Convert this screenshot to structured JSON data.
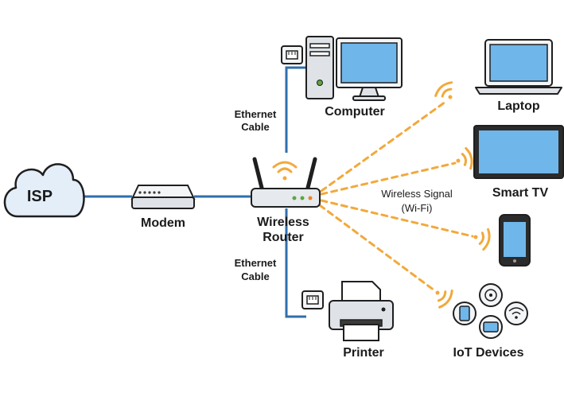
{
  "nodes": {
    "isp": "ISP",
    "modem": "Modem",
    "router_line1": "Wireless",
    "router_line2": "Router",
    "computer": "Computer",
    "printer": "Printer",
    "laptop": "Laptop",
    "smart_tv": "Smart TV",
    "iot": "IoT Devices"
  },
  "connections": {
    "ethernet_top_line1": "Ethernet",
    "ethernet_top_line2": "Cable",
    "ethernet_bottom_line1": "Ethernet",
    "ethernet_bottom_line2": "Cable",
    "wireless_line1": "Wireless Signal",
    "wireless_line2": "(Wi-Fi)"
  },
  "colors": {
    "cable": "#2f6fae",
    "wifi": "#f2a93b",
    "screen": "#6fb6ea",
    "outline": "#1f1f1f",
    "device_gray": "#dfe3e8",
    "cloud": "#e4eef8"
  },
  "icons": [
    "cloud-icon",
    "modem-icon",
    "router-icon",
    "desktop-computer-icon",
    "printer-icon",
    "laptop-icon",
    "tv-icon",
    "smartphone-icon",
    "iot-devices-icon",
    "ethernet-port-icon",
    "wifi-signal-icon"
  ]
}
